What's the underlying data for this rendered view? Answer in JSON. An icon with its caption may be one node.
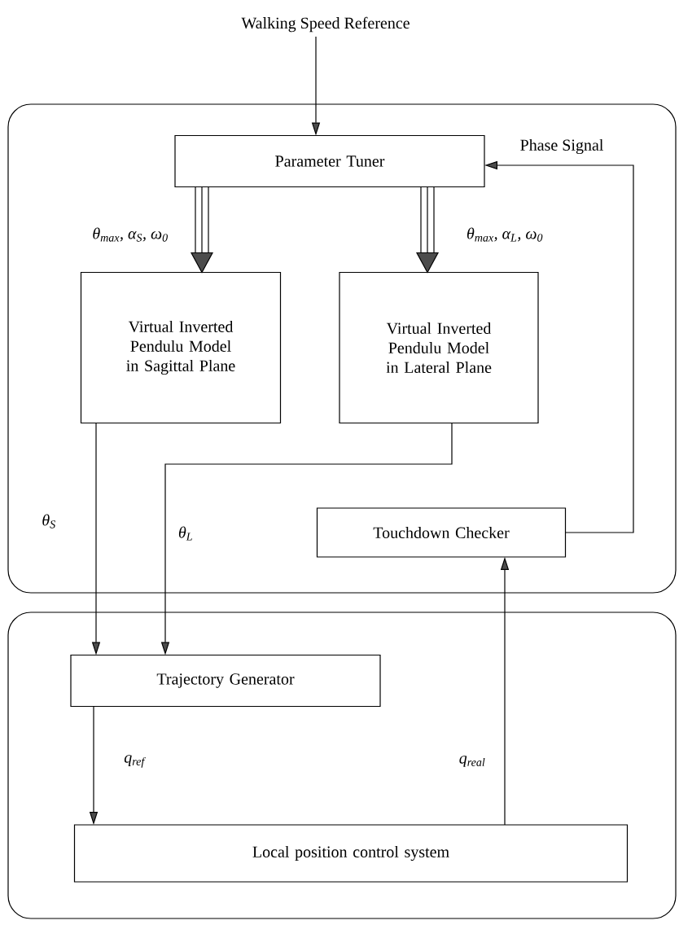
{
  "diagram": {
    "nodes": [
      {
        "text": [
          "Walking Speed Reference"
        ]
      },
      {
        "text": [],
        "shape": "box"
      },
      {
        "text": [
          "Parameter Tuner"
        ],
        "in": 1
      },
      {
        "text": [
          "Virtual Inverted Pendulu Model in Sagittal Plane"
        ],
        "in": 1
      },
      {
        "text": [
          "Virtual Inverted Pendulu Model in Lateral Plane"
        ],
        "in": 1
      },
      {
        "text": [
          "Touchdown Checker"
        ],
        "in": 1
      },
      {
        "text": [],
        "shape": "box"
      },
      {
        "text": [
          "Trajectory Generator"
        ],
        "in": 6
      },
      {
        "text": [
          "Local position control system"
        ],
        "in": 6
      }
    ],
    "edges": [
      {
        "from": 0,
        "to": 2,
        "arrow": "to"
      },
      {
        "from": 2,
        "to": 3,
        "arrow": "to",
        "label": "θ$_{max}$, α$_{S}$, ω$_{0}$"
      },
      {
        "from": 2,
        "to": 4,
        "arrow": "to",
        "label": "θ$_{max}$, α$_{L}$, ω$_{0}$"
      },
      {
        "from": 3,
        "to": 7,
        "arrow": "to",
        "label": "θ$_{S}$"
      },
      {
        "from": 4,
        "to": 7,
        "arrow": "to",
        "label": "θ$_{L}$"
      },
      {
        "from": 5,
        "to": 2,
        "arrow": "to",
        "label": "Phase Signal"
      },
      {
        "from": 7,
        "to": 8,
        "arrow": "to",
        "label": "q$_{ref}$"
      },
      {
        "from": 8,
        "to": 5,
        "arrow": "to",
        "label": "q$_{real}$"
      }
    ]
  }
}
